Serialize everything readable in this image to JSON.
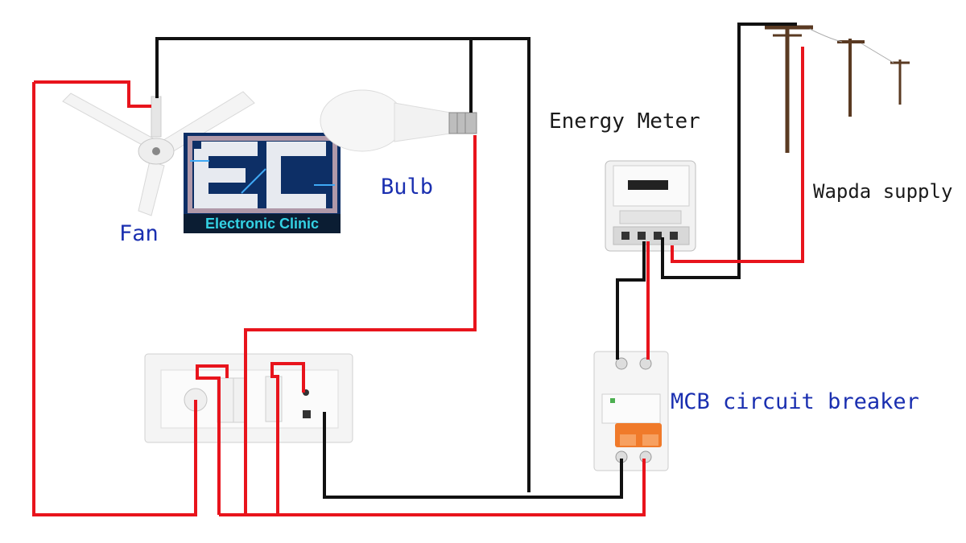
{
  "labels": {
    "fan": "Fan",
    "bulb": "Bulb",
    "energy_meter": "Energy Meter",
    "wapda_supply": "Wapda supply",
    "mcb": "MCB circuit breaker"
  },
  "logo": {
    "letters": "EC",
    "text": "Electronic Clinic"
  },
  "colors": {
    "live_wire": "#e8141c",
    "neutral_wire": "#111111",
    "label_blue": "#1a2fb0",
    "mcb_lever": "#f07a2a",
    "logo_background": "#0b1d33",
    "logo_text": "#34d2e4"
  },
  "icons": [
    "ceiling-fan-icon",
    "bulb-icon",
    "switchboard-icon",
    "energy-meter-icon",
    "mcb-icon",
    "utility-pole-icon"
  ]
}
